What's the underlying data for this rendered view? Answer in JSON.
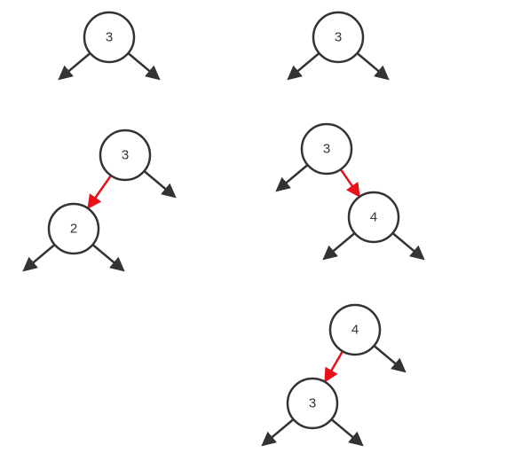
{
  "colors": {
    "edge_black": "#333333",
    "edge_red": "#e8111a",
    "node_stroke": "#333333",
    "node_fill": "#ffffff"
  },
  "trees": [
    {
      "id": "tree-a",
      "nodes": [
        {
          "id": "a-root",
          "label": "3"
        }
      ],
      "edges": [
        {
          "from": "a-root",
          "to": null,
          "side": "left",
          "color": "black"
        },
        {
          "from": "a-root",
          "to": null,
          "side": "right",
          "color": "black"
        }
      ]
    },
    {
      "id": "tree-b",
      "nodes": [
        {
          "id": "b-root",
          "label": "3"
        }
      ],
      "edges": [
        {
          "from": "b-root",
          "to": null,
          "side": "left",
          "color": "black"
        },
        {
          "from": "b-root",
          "to": null,
          "side": "right",
          "color": "black"
        }
      ]
    },
    {
      "id": "tree-c",
      "nodes": [
        {
          "id": "c-root",
          "label": "3"
        },
        {
          "id": "c-left",
          "label": "2"
        }
      ],
      "edges": [
        {
          "from": "c-root",
          "to": "c-left",
          "side": "left",
          "color": "red"
        },
        {
          "from": "c-root",
          "to": null,
          "side": "right",
          "color": "black"
        },
        {
          "from": "c-left",
          "to": null,
          "side": "left",
          "color": "black"
        },
        {
          "from": "c-left",
          "to": null,
          "side": "right",
          "color": "black"
        }
      ]
    },
    {
      "id": "tree-d",
      "nodes": [
        {
          "id": "d-root",
          "label": "3"
        },
        {
          "id": "d-right",
          "label": "4"
        }
      ],
      "edges": [
        {
          "from": "d-root",
          "to": null,
          "side": "left",
          "color": "black"
        },
        {
          "from": "d-root",
          "to": "d-right",
          "side": "right",
          "color": "red"
        },
        {
          "from": "d-right",
          "to": null,
          "side": "left",
          "color": "black"
        },
        {
          "from": "d-right",
          "to": null,
          "side": "right",
          "color": "black"
        }
      ]
    },
    {
      "id": "tree-e",
      "nodes": [
        {
          "id": "e-root",
          "label": "4"
        },
        {
          "id": "e-left",
          "label": "3"
        }
      ],
      "edges": [
        {
          "from": "e-root",
          "to": "e-left",
          "side": "left",
          "color": "red"
        },
        {
          "from": "e-root",
          "to": null,
          "side": "right",
          "color": "black"
        },
        {
          "from": "e-left",
          "to": null,
          "side": "left",
          "color": "black"
        },
        {
          "from": "e-left",
          "to": null,
          "side": "right",
          "color": "black"
        }
      ]
    }
  ]
}
